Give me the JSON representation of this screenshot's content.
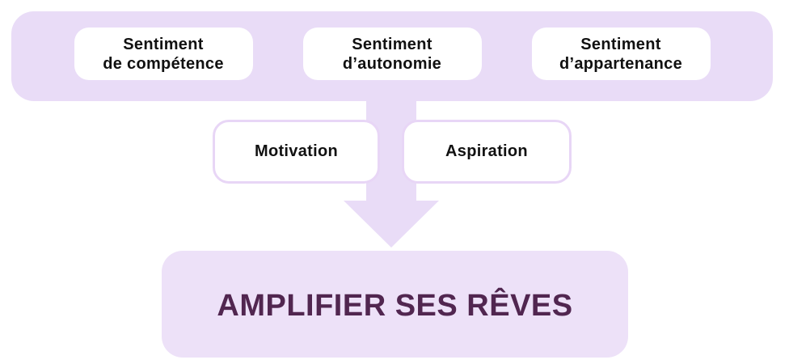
{
  "colors": {
    "background": "#FFFFFF",
    "band_fill": "#E9DCF7",
    "arrow_fill": "#E9DCF7",
    "factor_card_fill": "#FFFFFF",
    "mediator_border": "#E8D6F6",
    "outcome_fill": "#EDE1F8",
    "outcome_text": "#512650",
    "label_text": "#111111"
  },
  "icons": {
    "flow": "down-arrow"
  },
  "factors": [
    {
      "label": "Sentiment\nde compétence"
    },
    {
      "label": "Sentiment\nd’autonomie"
    },
    {
      "label": "Sentiment\nd’appartenance"
    }
  ],
  "mediators": [
    {
      "label": "Motivation"
    },
    {
      "label": "Aspiration"
    }
  ],
  "outcome": {
    "label": "AMPLIFIER SES RÊVES"
  }
}
